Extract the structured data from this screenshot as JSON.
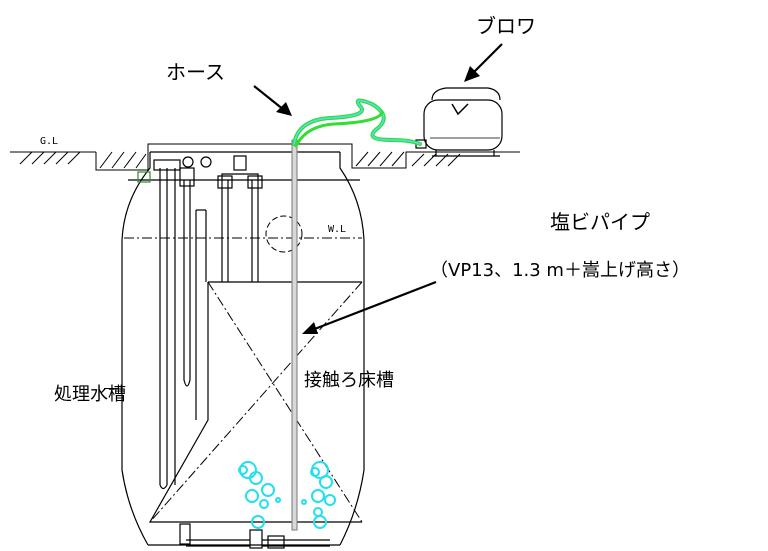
{
  "labels": {
    "blower": "ブロワ",
    "hose": "ホース",
    "ground_level": "G.L",
    "water_level": "W.L",
    "pvc_pipe": "塩ビパイプ",
    "pvc_pipe_spec": "（VP13、1.3 m＋嵩上げ高さ）",
    "contact_bed_tank": "接触ろ床槽",
    "treated_water_tank": "処理水槽"
  },
  "colors": {
    "line": "#000000",
    "hose": "#33dd33",
    "hose_inner": "#55ddee",
    "bubbles": "#22e0ee",
    "pipe": "#9a9a9a"
  }
}
